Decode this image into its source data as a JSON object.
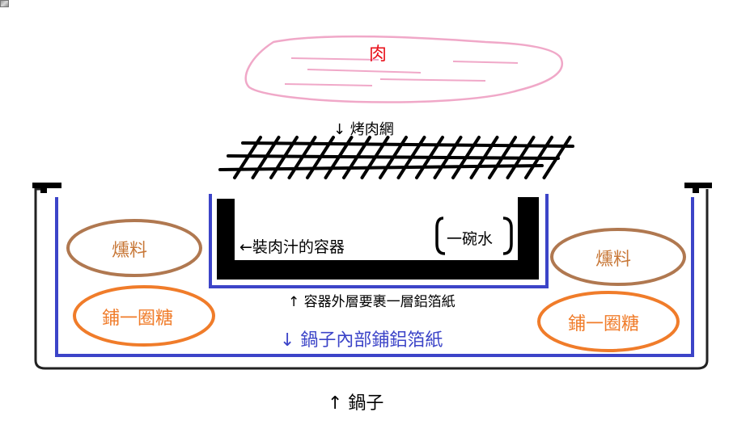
{
  "colors": {
    "meat": "#f0a8c8",
    "meat_text": "#e8101a",
    "black": "#000000",
    "foil_blue": "#3c44c8",
    "fuel_brown": "#b07850",
    "fuel_text": "#c87838",
    "sugar_orange": "#f07c2a",
    "pot_gray": "#222222"
  },
  "icons": {
    "corner": "broken-image-icon"
  },
  "labels": {
    "meat": "肉",
    "grill": "↓ 烤肉網",
    "juice_container": "←裝肉汁的容器",
    "water_bowl": "一碗水",
    "container_foil": "↑ 容器外層要裹一層鋁箔紙",
    "pot_foil": "↓ 鍋子內部鋪鋁箔紙",
    "pot": "↑ 鍋子",
    "fuel_left": "燻料",
    "fuel_right": "燻料",
    "sugar_left": "鋪一圈糖",
    "sugar_right": "鋪一圈糖"
  }
}
